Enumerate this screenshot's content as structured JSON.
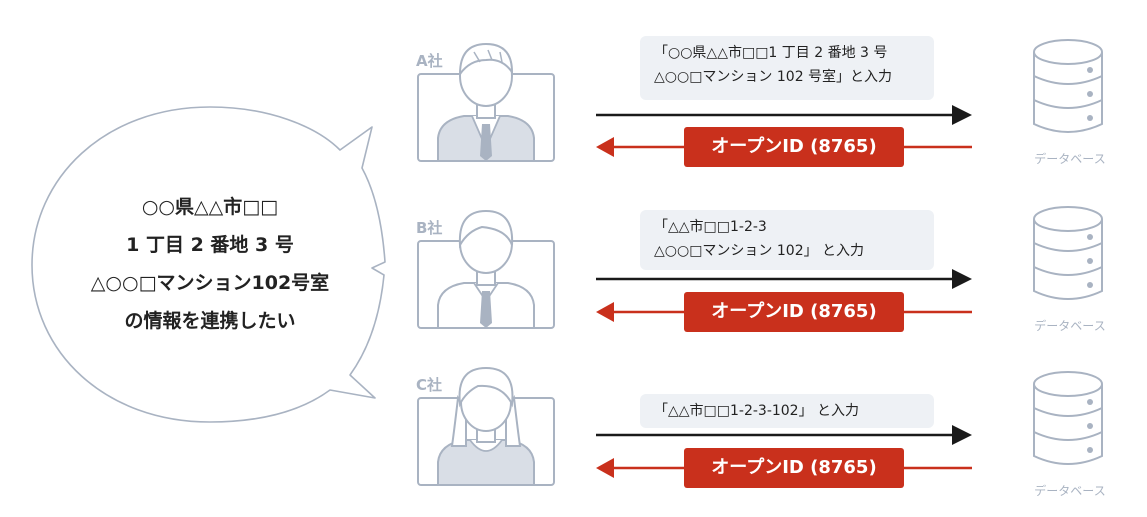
{
  "bubble": {
    "lines": [
      "○○県△△市□□",
      "1 丁目 2 番地 3 号",
      "△○○□マンション102号室",
      "の情報を連携したい"
    ]
  },
  "rows": [
    {
      "company": "A社",
      "message_lines": [
        "「○○県△△市□□1 丁目 2 番地 3 号",
        "△○○□マンション 102 号室」と入力"
      ],
      "open_id": "オープンID (8765)",
      "db_label": "データベース"
    },
    {
      "company": "B社",
      "message_lines": [
        "「△△市□□1-2-3",
        "△○○□マンション 102」 と入力"
      ],
      "open_id": "オープンID (8765)",
      "db_label": "データベース"
    },
    {
      "company": "C社",
      "message_lines": [
        "「△△市□□1-2-3-102」 と入力"
      ],
      "open_id": "オープンID (8765)",
      "db_label": "データベース"
    }
  ],
  "colors": {
    "accent_red": "#c9301c",
    "arrow_black": "#1a1a1a",
    "outline_gray": "#a9b3c2",
    "person_fill": "#d9dee6",
    "box_bg": "#eef1f5"
  },
  "icons": {
    "person": "person-icon",
    "database": "database-icon",
    "arrow_right": "arrow-right-icon",
    "arrow_left": "arrow-left-icon"
  }
}
